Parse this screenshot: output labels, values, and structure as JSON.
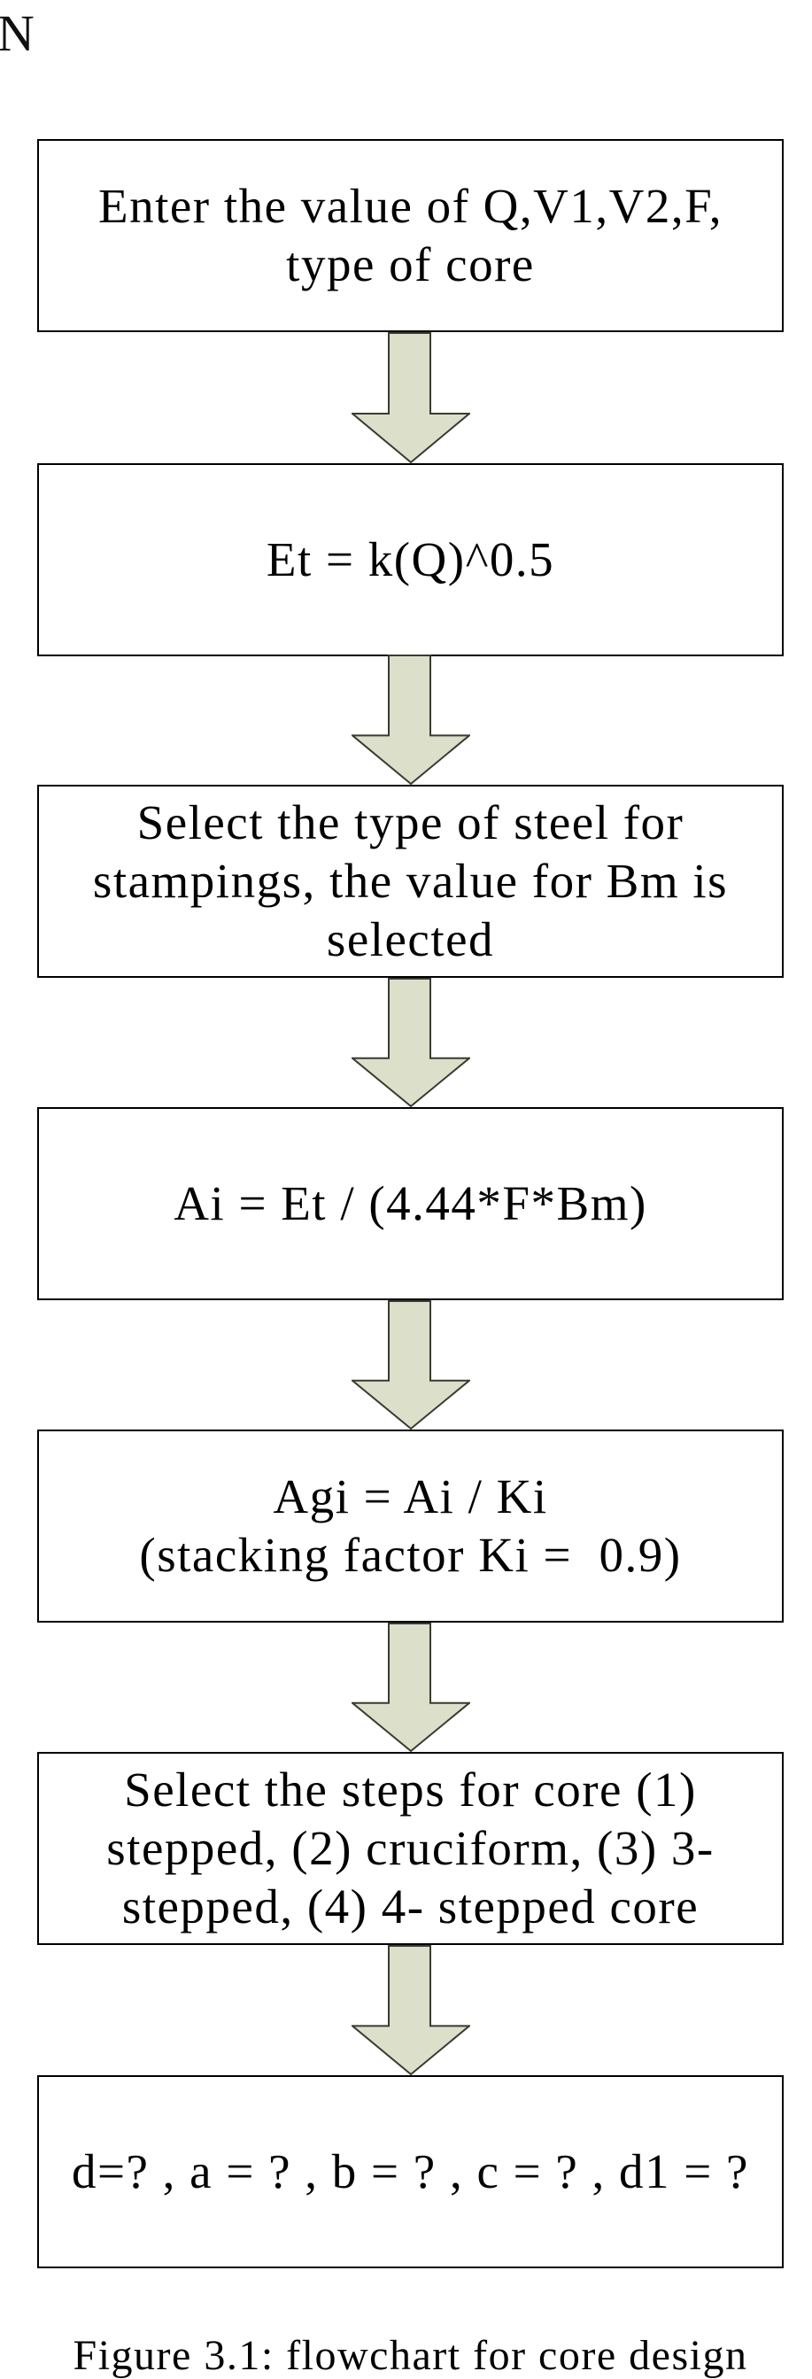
{
  "figure": {
    "heading_fragment": "N",
    "caption": "Figure 3.1: flowchart for core design",
    "arrow_icon": "down-block-arrow",
    "colors": {
      "arrow_fill": "#dcdfca",
      "arrow_stroke": "#3a3a30",
      "box_border": "#000000",
      "text": "#000000"
    },
    "steps": [
      {
        "text": "Enter the value of Q,V1,V2,F,\ntype of core"
      },
      {
        "text": "Et = k(Q)^0.5"
      },
      {
        "text": "Select the type of steel for\nstampings, the value for Bm is\nselected"
      },
      {
        "text": "Ai = Et / (4.44*F*Bm)"
      },
      {
        "text": "Agi = Ai / Ki\n(stacking factor Ki =  0.9)"
      },
      {
        "text": "Select the steps for core (1)\nstepped, (2) cruciform, (3) 3-\nstepped, (4) 4- stepped core"
      },
      {
        "text": "d=? , a = ? , b = ? , c = ? , d1 = ?"
      }
    ]
  }
}
